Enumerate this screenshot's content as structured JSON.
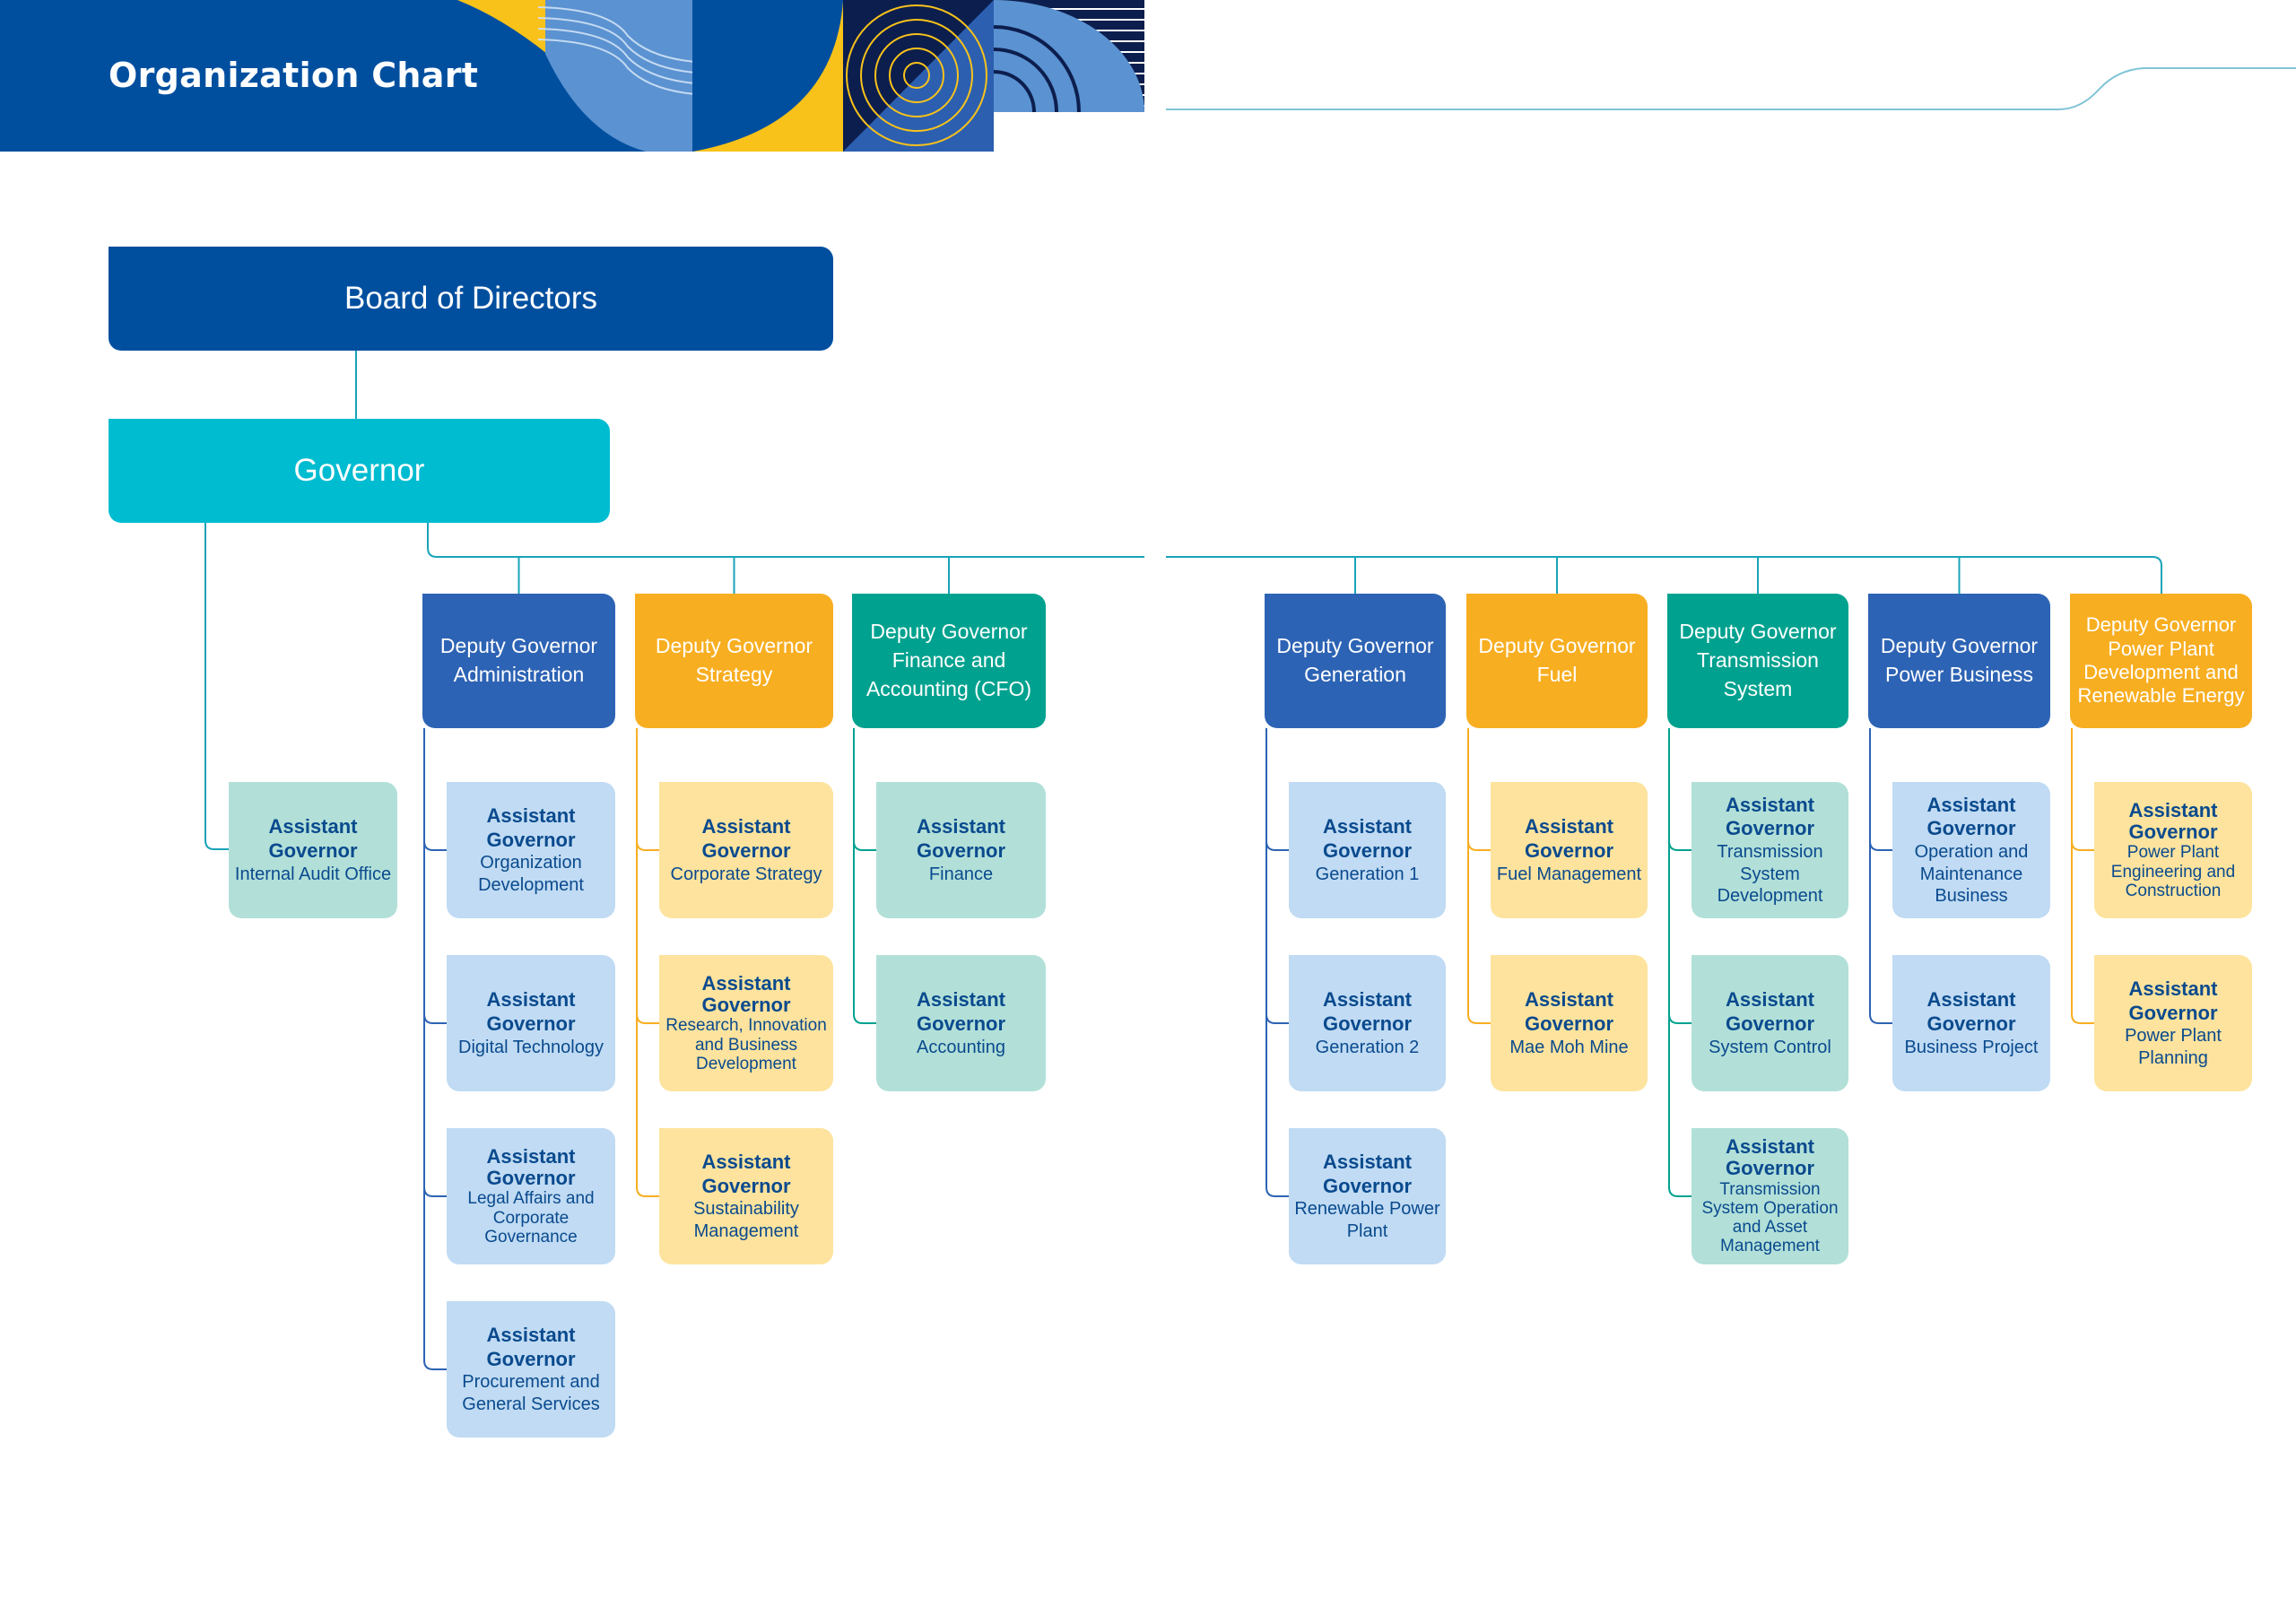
{
  "page": {
    "title": "Organization Chart"
  },
  "colors": {
    "navy": "#004f9f",
    "cyan": "#00bcd1",
    "blue": "#2d63b4",
    "orange": "#f8ae21",
    "teal": "#00a28f",
    "mint": "#b2e0d8",
    "light_blue": "#c0dbf3",
    "light_yellow": "#fde39d",
    "ag_text": "#0a4a8e",
    "connector": "#19a3b8"
  },
  "chart": {
    "board": {
      "label": "Board of Directors"
    },
    "governor": {
      "label": "Governor"
    },
    "internal_audit": {
      "title": "Assistant Governor",
      "unit": "Internal Audit Office"
    },
    "deputies": [
      {
        "title": "Deputy Governor",
        "unit": "Administration",
        "color": "blue",
        "assistants": [
          {
            "title": "Assistant Governor",
            "unit": "Organization Development"
          },
          {
            "title": "Assistant Governor",
            "unit": "Digital Technology"
          },
          {
            "title": "Assistant Governor",
            "unit": "Legal Affairs and Corporate Governance"
          },
          {
            "title": "Assistant Governor",
            "unit": "Procurement and General Services"
          }
        ]
      },
      {
        "title": "Deputy Governor",
        "unit": "Strategy",
        "color": "orange",
        "assistants": [
          {
            "title": "Assistant Governor",
            "unit": "Corporate Strategy"
          },
          {
            "title": "Assistant Governor",
            "unit": "Research, Innovation and Business Development"
          },
          {
            "title": "Assistant Governor",
            "unit": "Sustainability Management"
          }
        ]
      },
      {
        "title": "Deputy Governor",
        "unit": "Finance and Accounting (CFO)",
        "color": "teal",
        "assistants": [
          {
            "title": "Assistant Governor",
            "unit": "Finance"
          },
          {
            "title": "Assistant Governor",
            "unit": "Accounting"
          }
        ]
      },
      {
        "title": "Deputy Governor",
        "unit": "Generation",
        "color": "blue",
        "assistants": [
          {
            "title": "Assistant Governor",
            "unit": "Generation 1"
          },
          {
            "title": "Assistant Governor",
            "unit": "Generation 2"
          },
          {
            "title": "Assistant Governor",
            "unit": "Renewable Power Plant"
          }
        ]
      },
      {
        "title": "Deputy Governor",
        "unit": "Fuel",
        "color": "orange",
        "assistants": [
          {
            "title": "Assistant Governor",
            "unit": "Fuel Management"
          },
          {
            "title": "Assistant Governor",
            "unit": "Mae Moh Mine"
          }
        ]
      },
      {
        "title": "Deputy Governor",
        "unit": "Transmission System",
        "color": "teal",
        "assistants": [
          {
            "title": "Assistant Governor",
            "unit": "Transmission System Development"
          },
          {
            "title": "Assistant Governor",
            "unit": "System Control"
          },
          {
            "title": "Assistant Governor",
            "unit": "Transmission System Operation and Asset Management"
          }
        ]
      },
      {
        "title": "Deputy Governor",
        "unit": "Power Business",
        "color": "blue",
        "assistants": [
          {
            "title": "Assistant Governor",
            "unit": "Operation and Maintenance Business"
          },
          {
            "title": "Assistant Governor",
            "unit": "Business Project"
          }
        ]
      },
      {
        "title": "Deputy Governor",
        "unit": "Power Plant Development and Renewable Energy",
        "color": "orange",
        "assistants": [
          {
            "title": "Assistant Governor",
            "unit": "Power Plant Engineering and Construction"
          },
          {
            "title": "Assistant Governor",
            "unit": "Power Plant Planning"
          }
        ]
      }
    ]
  }
}
